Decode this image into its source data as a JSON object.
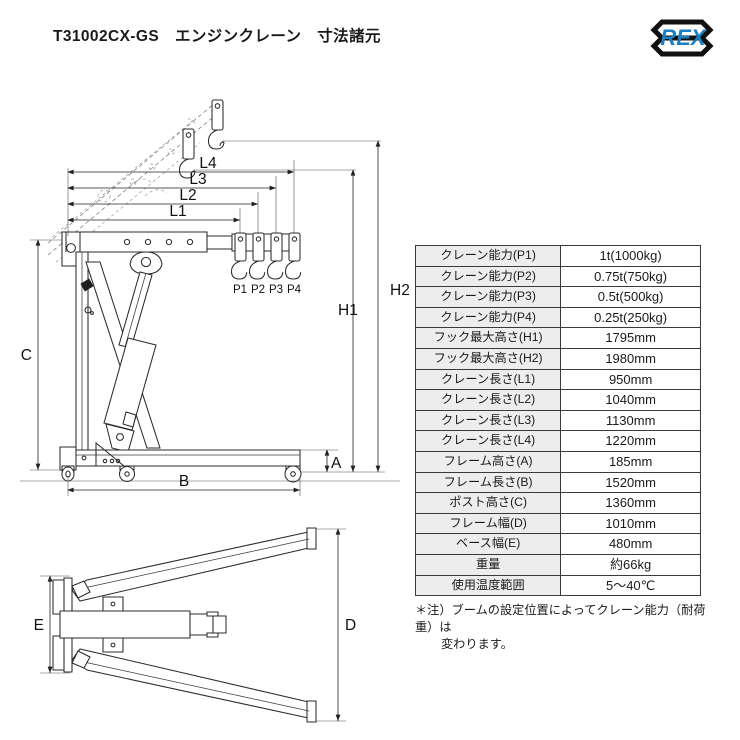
{
  "header": {
    "title": "T31002CX-GS　エンジンクレーン　寸法諸元",
    "logo_text": "REX",
    "logo_color": "#1d7fc3"
  },
  "drawing": {
    "labels": {
      "L1": "L1",
      "L2": "L2",
      "L3": "L3",
      "L4": "L4",
      "H1": "H1",
      "H2": "H2",
      "A": "A",
      "B": "B",
      "C": "C",
      "D": "D",
      "E": "E",
      "hooks": "P1P2P3P4",
      "hook_p1": "P1",
      "hook_p2": "P2",
      "hook_p3": "P3",
      "hook_p4": "P4"
    }
  },
  "spec_table": {
    "rows": [
      {
        "key": "クレーン能力(P1)",
        "value": "1t(1000kg)"
      },
      {
        "key": "クレーン能力(P2)",
        "value": "0.75t(750kg)"
      },
      {
        "key": "クレーン能力(P3)",
        "value": "0.5t(500kg)"
      },
      {
        "key": "クレーン能力(P4)",
        "value": "0.25t(250kg)"
      },
      {
        "key": "フック最大高さ(H1)",
        "value": "1795mm"
      },
      {
        "key": "フック最大高さ(H2)",
        "value": "1980mm"
      },
      {
        "key": "クレーン長さ(L1)",
        "value": "950mm"
      },
      {
        "key": "クレーン長さ(L2)",
        "value": "1040mm"
      },
      {
        "key": "クレーン長さ(L3)",
        "value": "1130mm"
      },
      {
        "key": "クレーン長さ(L4)",
        "value": "1220mm"
      },
      {
        "key": "フレーム高さ(A)",
        "value": "185mm"
      },
      {
        "key": "フレーム長さ(B)",
        "value": "1520mm"
      },
      {
        "key": "ポスト高さ(C)",
        "value": "1360mm"
      },
      {
        "key": "フレーム幅(D)",
        "value": "1010mm"
      },
      {
        "key": "ベース幅(E)",
        "value": "480mm"
      },
      {
        "key": "重量",
        "value": "約66kg"
      },
      {
        "key": "使用温度範囲",
        "value": "5〜40℃"
      }
    ]
  },
  "footnote": {
    "line1": "＊注）ブームの設定位置によってクレーン能力（耐荷重）は",
    "line2": "変わります。"
  }
}
